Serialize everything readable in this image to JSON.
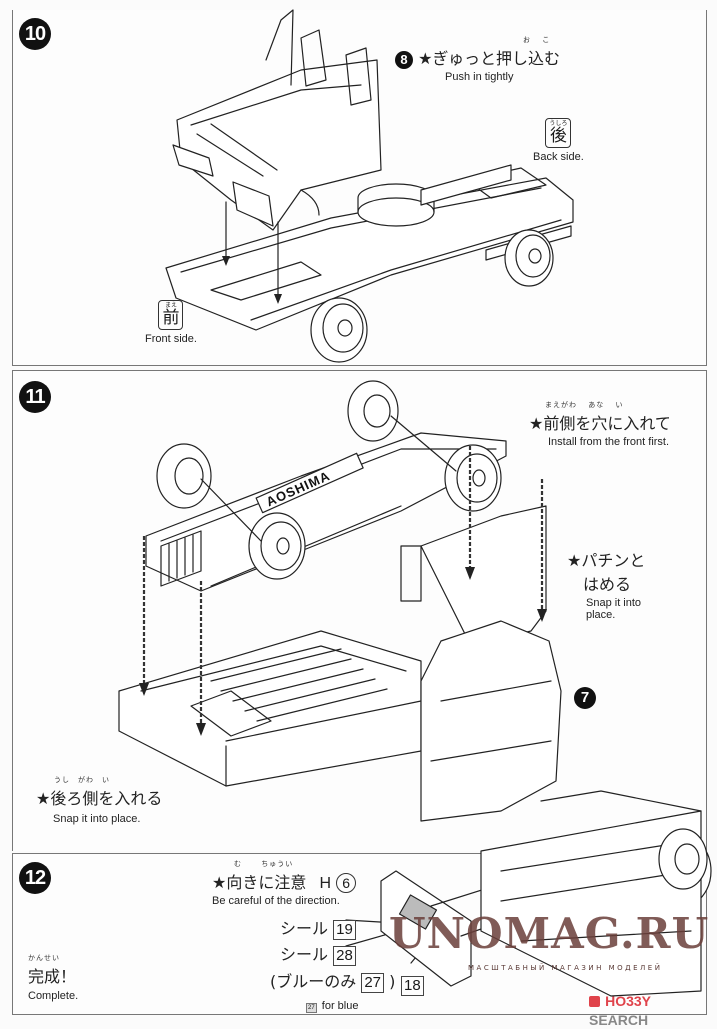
{
  "step10": {
    "number": "10",
    "part_ref": "8",
    "instruction_jp": "★ぎゅっと押し込む",
    "instruction_ruby": "お　 こ",
    "instruction_en": "Push in tightly",
    "back_label": {
      "ruby": "うしろ",
      "kanji": "後",
      "en": "Back side."
    },
    "front_label": {
      "ruby": "まえ",
      "kanji": "前",
      "en": "Front side."
    }
  },
  "step11": {
    "number": "11",
    "part_ref": "7",
    "front_first": {
      "ruby": "まえがわ　 あな　 い",
      "jp": "★前側を穴に入れて",
      "en": "Install from the front first."
    },
    "snap": {
      "jp_line1": "★パチンと",
      "jp_line2": "はめる",
      "en_line1": "Snap it into",
      "en_line2": "place."
    },
    "rear_in": {
      "ruby": "うし　がわ　い",
      "jp": "★後ろ側を入れる",
      "en": "Snap it into place."
    },
    "chassis_logo": "AOSHIMA"
  },
  "step12": {
    "number": "12",
    "direction": {
      "ruby": "む　　 ちゅうい",
      "jp": "★向きに注意",
      "part_letter": "H",
      "part_num": "6",
      "en": "Be careful of the direction."
    },
    "seals": [
      {
        "label": "シール",
        "num": "19"
      },
      {
        "label": "シール",
        "num": "28"
      }
    ],
    "blue_only": {
      "open": "(ブルーのみ",
      "num": "27",
      "close": ")",
      "en_num": "27",
      "en": "for blue"
    },
    "part18": "18",
    "complete": {
      "ruby": "かんせい",
      "jp": "完成！",
      "en": "Complete."
    }
  },
  "watermark": {
    "main": "UNOMAG.RU",
    "sub": "МАСШТАБНЫЙ МАГАЗИН МОДЕЛЕЙ"
  },
  "brand": {
    "name_part1": "HO33Y",
    "name_part2": "SEARCH",
    "color": "#e0434b"
  }
}
